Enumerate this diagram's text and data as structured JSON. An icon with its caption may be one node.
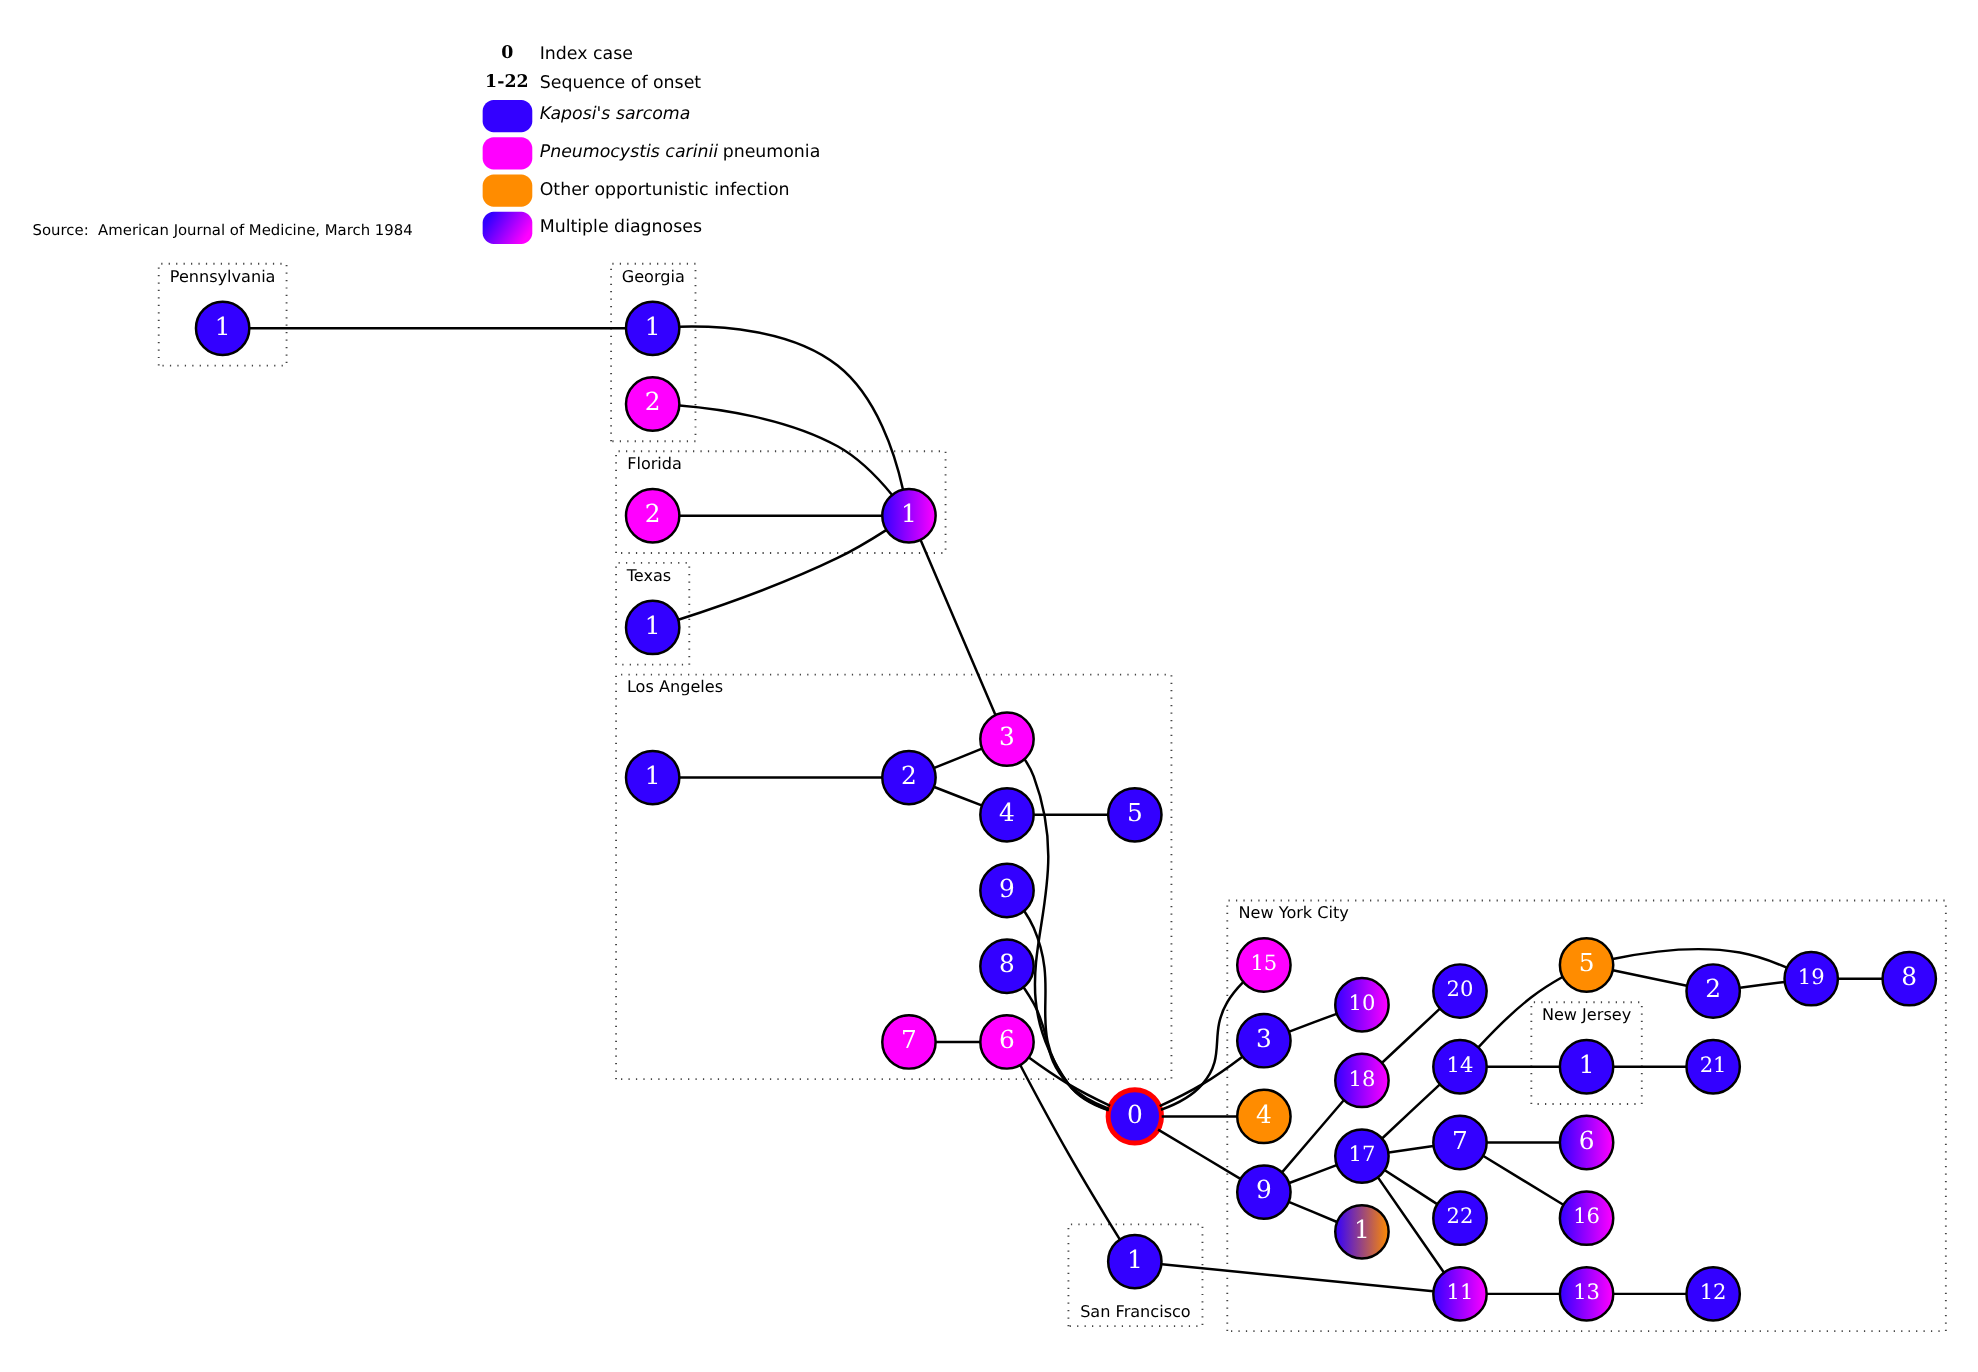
{
  "diagram": {
    "nodes": [
      {
        "text": [
          "Pennsylvania"
        ]
      },
      {
        "text": [
          "1"
        ],
        "in": 0
      },
      {
        "text": [
          "Georgia"
        ]
      },
      {
        "text": [
          "1"
        ],
        "in": 2
      },
      {
        "text": [
          "2"
        ],
        "in": 2
      },
      {
        "text": [
          "Texas"
        ]
      },
      {
        "text": [
          "1"
        ],
        "in": 5
      },
      {
        "text": [
          "Florida"
        ]
      },
      {
        "text": [
          "2"
        ],
        "in": 7
      },
      {
        "text": [
          "1"
        ],
        "in": 7
      },
      {
        "text": [
          "Los Angeles"
        ]
      },
      {
        "text": [
          "8"
        ],
        "in": 10
      },
      {
        "text": [
          "9"
        ],
        "in": 10
      },
      {
        "text": [
          "1"
        ],
        "in": 10
      },
      {
        "text": [
          "2"
        ],
        "in": 10
      },
      {
        "text": [
          "3"
        ],
        "in": 10
      },
      {
        "text": [
          "4"
        ],
        "in": 10
      },
      {
        "text": [
          "5"
        ],
        "in": 10
      },
      {
        "text": [
          "6"
        ],
        "in": 10
      },
      {
        "text": [
          "7"
        ],
        "in": 10
      },
      {
        "text": [
          "0"
        ]
      },
      {
        "text": [
          "San Francisco"
        ]
      },
      {
        "text": [
          "1"
        ],
        "in": 21
      },
      {
        "text": [
          "New York City"
        ]
      },
      {
        "text": [
          "10"
        ],
        "in": 23
      },
      {
        "text": [
          "3"
        ],
        "in": 23
      },
      {
        "text": [
          "20"
        ],
        "in": 23
      },
      {
        "text": [
          "6"
        ],
        "in": 23
      },
      {
        "text": [
          "4"
        ],
        "in": 23
      },
      {
        "text": [
          "18"
        ],
        "in": 23
      },
      {
        "text": [
          "16"
        ],
        "in": 23
      },
      {
        "text": [
          "7"
        ],
        "in": 23
      },
      {
        "text": [
          "9"
        ],
        "in": 23
      },
      {
        "text": [
          "1"
        ],
        "in": 23
      },
      {
        "text": [
          "New Jersey"
        ],
        "in": 23
      },
      {
        "text": [
          "1"
        ],
        "in": 34
      },
      {
        "text": [
          "21"
        ],
        "in": 23
      },
      {
        "text": [
          "17"
        ],
        "in": 23
      },
      {
        "text": [
          "14"
        ],
        "in": 23
      },
      {
        "text": [
          "15"
        ],
        "in": 23
      },
      {
        "text": [
          "11"
        ],
        "in": 23
      },
      {
        "text": [
          "22"
        ],
        "in": 23
      },
      {
        "text": [
          "5"
        ],
        "in": 23
      },
      {
        "text": [
          "19"
        ],
        "in": 23
      },
      {
        "text": [
          "13"
        ],
        "in": 23
      },
      {
        "text": [
          "2"
        ],
        "in": 23
      },
      {
        "text": [
          "8"
        ],
        "in": 23
      },
      {
        "text": [
          "12"
        ],
        "in": 23
      }
    ],
    "edges": [
      {
        "from": 1,
        "to": 3,
        "arrow": "none"
      },
      {
        "from": 3,
        "to": 9,
        "arrow": "none"
      },
      {
        "from": 4,
        "to": 9,
        "arrow": "none"
      },
      {
        "from": 6,
        "to": 9,
        "arrow": "none"
      },
      {
        "from": 8,
        "to": 9,
        "arrow": "none"
      },
      {
        "from": 9,
        "to": 15,
        "arrow": "none"
      },
      {
        "from": 15,
        "to": 20,
        "arrow": "none"
      },
      {
        "from": 11,
        "to": 20,
        "arrow": "none"
      },
      {
        "from": 12,
        "to": 20,
        "arrow": "none"
      },
      {
        "from": 13,
        "to": 14,
        "arrow": "none"
      },
      {
        "from": 14,
        "to": 15,
        "arrow": "none"
      },
      {
        "from": 14,
        "to": 16,
        "arrow": "none"
      },
      {
        "from": 16,
        "to": 17,
        "arrow": "none"
      },
      {
        "from": 18,
        "to": 20,
        "arrow": "none"
      },
      {
        "from": 19,
        "to": 18,
        "arrow": "none"
      },
      {
        "from": 18,
        "to": 22,
        "arrow": "none"
      },
      {
        "from": 22,
        "to": 40,
        "arrow": "none"
      },
      {
        "from": 20,
        "to": 25,
        "arrow": "none"
      },
      {
        "from": 25,
        "to": 24,
        "arrow": "none"
      },
      {
        "from": 20,
        "to": 28,
        "arrow": "none"
      },
      {
        "from": 20,
        "to": 32,
        "arrow": "none"
      },
      {
        "from": 32,
        "to": 29,
        "arrow": "none"
      },
      {
        "from": 29,
        "to": 26,
        "arrow": "none"
      },
      {
        "from": 32,
        "to": 33,
        "arrow": "none"
      },
      {
        "from": 32,
        "to": 37,
        "arrow": "none"
      },
      {
        "from": 20,
        "to": 39,
        "arrow": "none"
      },
      {
        "from": 37,
        "to": 31,
        "arrow": "none"
      },
      {
        "from": 31,
        "to": 27,
        "arrow": "none"
      },
      {
        "from": 31,
        "to": 30,
        "arrow": "none"
      },
      {
        "from": 37,
        "to": 38,
        "arrow": "none"
      },
      {
        "from": 38,
        "to": 35,
        "arrow": "none"
      },
      {
        "from": 35,
        "to": 36,
        "arrow": "none"
      },
      {
        "from": 38,
        "to": 42,
        "arrow": "none"
      },
      {
        "from": 42,
        "to": 45,
        "arrow": "none"
      },
      {
        "from": 42,
        "to": 43,
        "arrow": "none"
      },
      {
        "from": 45,
        "to": 43,
        "arrow": "none"
      },
      {
        "from": 43,
        "to": 46,
        "arrow": "none"
      },
      {
        "from": 37,
        "to": 41,
        "arrow": "none"
      },
      {
        "from": 37,
        "to": 40,
        "arrow": "none"
      },
      {
        "from": 40,
        "to": 44,
        "arrow": "none"
      },
      {
        "from": 44,
        "to": 47,
        "arrow": "none"
      }
    ],
    "labels": [
      "Source:  American Journal of Medicine, March 1984",
      "0",
      "1-22"
    ],
    "legend": [
      {
        "text": "Index case"
      },
      {
        "text": "Sequence of onset"
      },
      {
        "text": "Kaposi's sarcoma",
        "color": "#3300ff"
      },
      {
        "text": "*Pneumocystis carinii* pneumonia",
        "color": "#ff00ff"
      },
      {
        "text": "Other opportunistic infection",
        "color": "#ff8c00"
      },
      {
        "text": "Multiple diagnoses"
      }
    ]
  }
}
